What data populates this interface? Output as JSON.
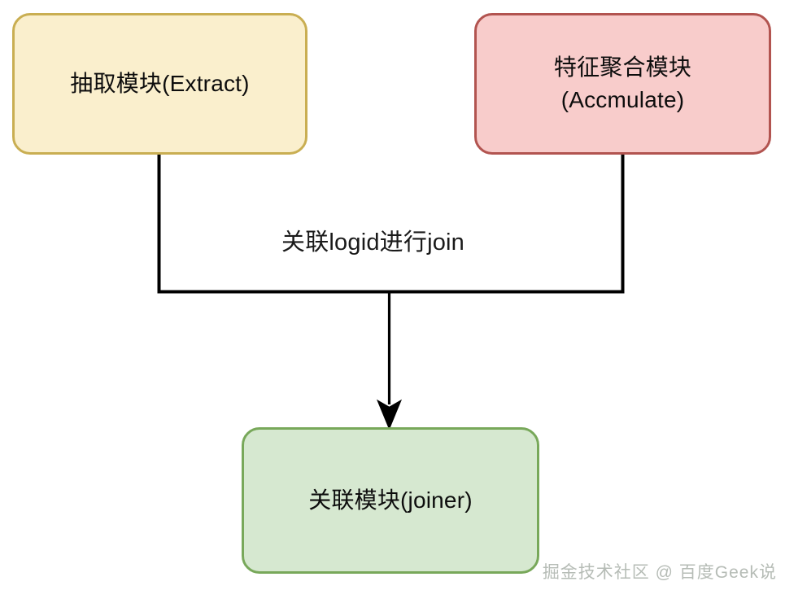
{
  "diagram": {
    "title": "Extract / Accumulate / Joiner flow",
    "background": "#ffffff",
    "nodes": [
      {
        "id": "extract",
        "label": "抽取模块(Extract)",
        "fill": "#faefcd",
        "stroke": "#c9ae52",
        "text_color": "#0d0d0d"
      },
      {
        "id": "accumulate",
        "label": "特征聚合模块\n(Accmulate)",
        "fill": "#f8cccb",
        "stroke": "#b25450",
        "text_color": "#0d0d0d"
      },
      {
        "id": "joiner",
        "label": "关联模块(joiner)",
        "fill": "#d6e8d0",
        "stroke": "#78a85a",
        "text_color": "#0d0d0d"
      }
    ],
    "edges": [
      {
        "id": "extract-to-joiner",
        "from": "extract",
        "to": "joiner",
        "label": "关联logid进行join",
        "color": "#000000",
        "arrow": true
      },
      {
        "id": "accumulate-to-joiner",
        "from": "accumulate",
        "to": "joiner",
        "label": "",
        "color": "#000000",
        "arrow": true
      }
    ],
    "edge_label": "关联logid进行join",
    "watermark": "掘金技术社区 @ 百度Geek说"
  }
}
